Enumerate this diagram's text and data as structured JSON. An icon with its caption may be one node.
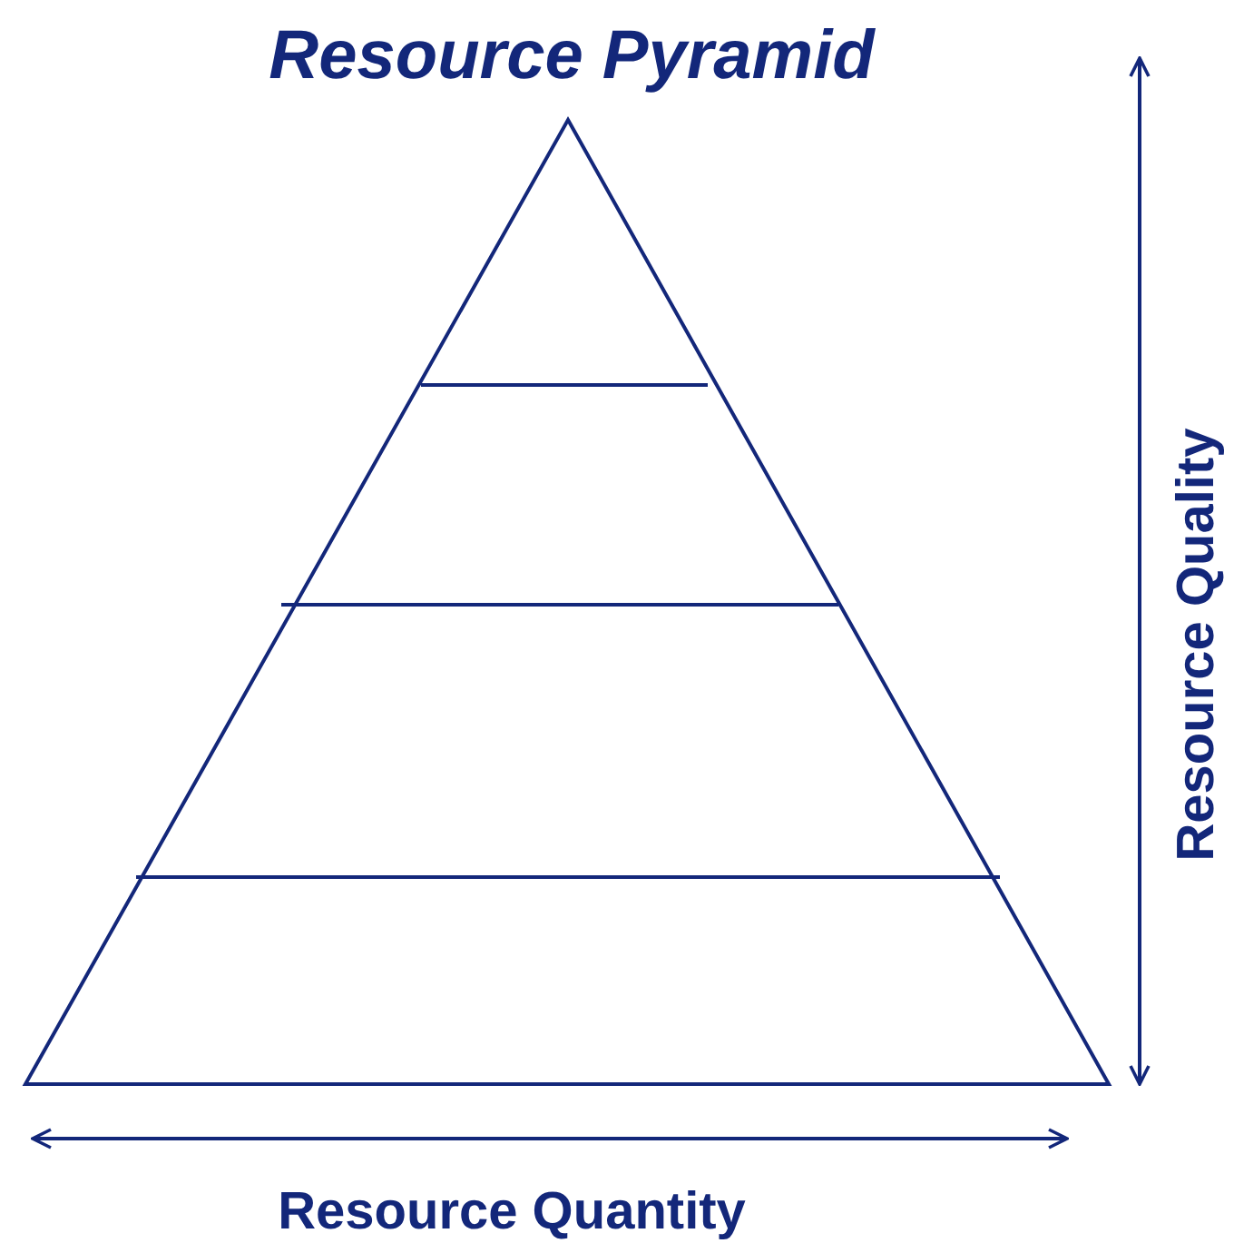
{
  "diagram": {
    "title": "Resource Pyramid",
    "labels": [
      "Resource Quality",
      "Resource Quantity"
    ]
  }
}
